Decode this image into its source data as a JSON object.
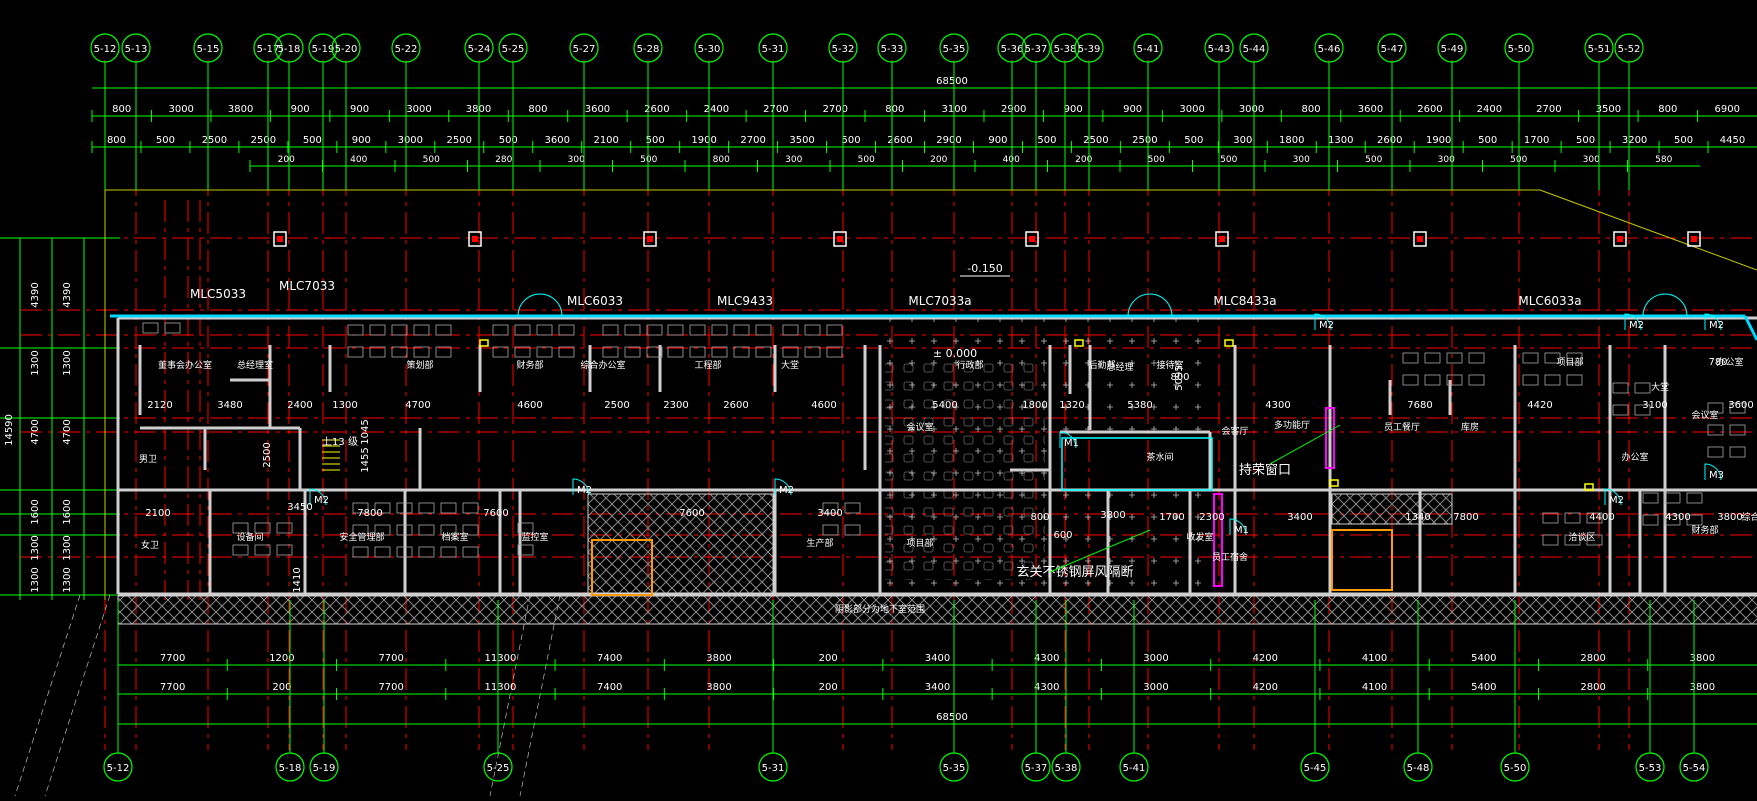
{
  "colors": {
    "background": "#000000",
    "grid_line": "#ff0000",
    "axis": "#00ff00",
    "dimension_text": "#ffffff",
    "wall": "#cfcfcf",
    "window": "#00d8ff",
    "door": "#00ffff",
    "highlight": "#ff00ff",
    "hatch": "#8a8a8a",
    "accent_yellow": "#ffff00",
    "accent_orange": "#ff9a00"
  },
  "plan": {
    "total_dim_top": "68500",
    "total_dim_bottom": "68500",
    "top_axes": [
      "5-12",
      "5-13",
      "5-15",
      "5-17",
      "5-18",
      "5-19",
      "5-20",
      "5-22",
      "5-24",
      "5-25",
      "5-27",
      "5-28",
      "5-30",
      "5-31",
      "5-32",
      "5-33",
      "5-35",
      "5-36",
      "5-37",
      "5-38",
      "5-39",
      "5-41",
      "5-43",
      "5-44",
      "5-46",
      "5-47",
      "5-49",
      "5-50",
      "5-51",
      "5-52"
    ],
    "bottom_axes": [
      "5-12",
      "5-18",
      "5-19",
      "5-25",
      "5-31",
      "5-35",
      "5-37",
      "5-38",
      "5-41",
      "5-45",
      "5-48",
      "5-50",
      "5-53",
      "5-54"
    ],
    "top_dims_row1": [
      "800",
      "3000",
      "3800",
      "900",
      "900",
      "3000",
      "3800",
      "800",
      "3600",
      "2600",
      "2400",
      "2700",
      "2700",
      "800",
      "3100",
      "2900",
      "900",
      "900",
      "3000",
      "3000",
      "800",
      "3600",
      "2600",
      "2400",
      "2700",
      "3500",
      "800",
      "6900"
    ],
    "top_dims_row2": [
      "800",
      "500",
      "2500",
      "2500",
      "500",
      "900",
      "3000",
      "2500",
      "500",
      "3600",
      "2100",
      "500",
      "1900",
      "2700",
      "3500",
      "500",
      "2600",
      "2900",
      "900",
      "500",
      "2500",
      "2500",
      "500",
      "300",
      "1800",
      "1300",
      "2600",
      "1900",
      "500",
      "1700",
      "500",
      "3200",
      "500",
      "4450"
    ],
    "top_dims_small": [
      "200",
      "400",
      "500",
      "280",
      "300",
      "500",
      "800",
      "300",
      "500",
      "200",
      "400",
      "200",
      "500",
      "500",
      "300",
      "500",
      "300",
      "500",
      "300",
      "580"
    ],
    "bottom_dims_row1": [
      "7700",
      "1200",
      "7700",
      "11300",
      "7400",
      "3800",
      "200",
      "3400",
      "4300",
      "3000",
      "4200",
      "4100",
      "5400",
      "2800",
      "3800"
    ],
    "bottom_dims_row2": [
      "7700",
      "200",
      "7700",
      "11300",
      "7400",
      "3800",
      "200",
      "3400",
      "4300",
      "3000",
      "4200",
      "4100",
      "5400",
      "2800",
      "3800"
    ],
    "left_dims": [
      "4390",
      "1300",
      "4700",
      "1600",
      "1300",
      "1300"
    ],
    "left_total": "14590",
    "room_dims": [
      "2120",
      "3480",
      "2400",
      "1300",
      "4700",
      "4600",
      "2500",
      "2300",
      "2600",
      "4600",
      "5400",
      "1800",
      "1320",
      "5380",
      "4300",
      "7680",
      "4420",
      "3100",
      "3600",
      "2500",
      "1045",
      "1455",
      "7800",
      "7600",
      "7600",
      "3400",
      "2100",
      "3800",
      "1700",
      "2300",
      "3400",
      "7800",
      "4400",
      "3800",
      "3450",
      "1410",
      "5095",
      "800",
      "600",
      "800",
      "1340",
      "4300",
      "780"
    ],
    "room_labels": [
      "董事会办公室",
      "总经理室",
      "策划部",
      "财务部",
      "综合办公室",
      "工程部",
      "大堂",
      "接待室",
      "会议室",
      "茶水间",
      "总经理",
      "多功能厅",
      "员工餐厅",
      "项目部",
      "大堂",
      "会议室",
      "办公室",
      "设备间",
      "安全管理部",
      "档案室",
      "监控室",
      "生产部",
      "项目部",
      "洽谈区",
      "财务部",
      "收发室",
      "会客厅",
      "行政部",
      "后勤部",
      "库房",
      "男卫",
      "女卫",
      "员工宿舍",
      "办公室",
      "综合办"
    ],
    "windows": [
      "MLC5033",
      "MLC7033",
      "MLC6033",
      "MLC9433",
      "MLC7033a",
      "MLC8433a",
      "MLC6033a"
    ],
    "doors": [
      "M2",
      "M2",
      "M2",
      "M2",
      "M2",
      "M2",
      "M2",
      "M3",
      "M1",
      "M1"
    ],
    "annotations": [
      "-0.150",
      "± 0.000",
      "上13 级",
      "持荣窗口",
      "玄关不锈钢屏风隔断",
      "阴影部分为地下室范围"
    ]
  }
}
